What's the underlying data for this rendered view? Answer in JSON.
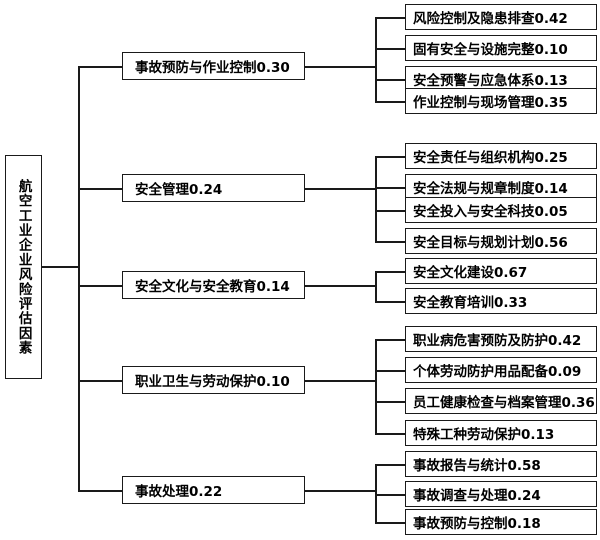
{
  "diagram": {
    "type": "hierarchy-tree",
    "title_node": "航空工业企业风险评估因素",
    "orientation": "left-to-right",
    "levels": 3,
    "colors": {
      "line": "#1a1a1a",
      "box_border": "#1a1a1a",
      "background": "#ffffff",
      "text": "#000000"
    },
    "root": {
      "label": "航空工业企业风险评估因素",
      "weight": null
    },
    "branches": [
      {
        "label": "事故预防与作业控制0.30",
        "name": "事故预防与作业控制",
        "weight": 0.3,
        "children": [
          {
            "label": "风险控制及隐患排查0.42",
            "name": "风险控制及隐患排查",
            "weight": 0.42
          },
          {
            "label": "固有安全与设施完整0.10",
            "name": "固有安全与设施完整",
            "weight": 0.1
          },
          {
            "label": "安全预警与应急体系0.13",
            "name": "安全预警与应急体系",
            "weight": 0.13
          },
          {
            "label": "作业控制与现场管理0.35",
            "name": "作业控制与现场管理",
            "weight": 0.35
          }
        ]
      },
      {
        "label": "安全管理0.24",
        "name": "安全管理",
        "weight": 0.24,
        "children": [
          {
            "label": "安全责任与组织机构0.25",
            "name": "安全责任与组织机构",
            "weight": 0.25
          },
          {
            "label": "安全法规与规章制度0.14",
            "name": "安全法规与规章制度",
            "weight": 0.14
          },
          {
            "label": "安全投入与安全科技0.05",
            "name": "安全投入与安全科技",
            "weight": 0.05
          },
          {
            "label": "安全目标与规划计划0.56",
            "name": "安全目标与规划计划",
            "weight": 0.56
          }
        ]
      },
      {
        "label": "安全文化与安全教育0.14",
        "name": "安全文化与安全教育",
        "weight": 0.14,
        "children": [
          {
            "label": "安全文化建设0.67",
            "name": "安全文化建设",
            "weight": 0.67
          },
          {
            "label": "安全教育培训0.33",
            "name": "安全教育培训",
            "weight": 0.33
          }
        ]
      },
      {
        "label": "职业卫生与劳动保护0.10",
        "name": "职业卫生与劳动保护",
        "weight": 0.1,
        "children": [
          {
            "label": "职业病危害预防及防护0.42",
            "name": "职业病危害预防及防护",
            "weight": 0.42
          },
          {
            "label": "个体劳动防护用品配备0.09",
            "name": "个体劳动防护用品配备",
            "weight": 0.09
          },
          {
            "label": "员工健康检查与档案管理0.36",
            "name": "员工健康检查与档案管理",
            "weight": 0.36
          },
          {
            "label": "特殊工种劳动保护0.13",
            "name": "特殊工种劳动保护",
            "weight": 0.13
          }
        ]
      },
      {
        "label": "事故处理0.22",
        "name": "事故处理",
        "weight": 0.22,
        "children": [
          {
            "label": "事故报告与统计0.58",
            "name": "事故报告与统计",
            "weight": 0.58
          },
          {
            "label": "事故调查与处理0.24",
            "name": "事故调查与处理",
            "weight": 0.24
          },
          {
            "label": "事故预防与控制0.18",
            "name": "事故预防与控制",
            "weight": 0.18
          }
        ]
      }
    ]
  }
}
